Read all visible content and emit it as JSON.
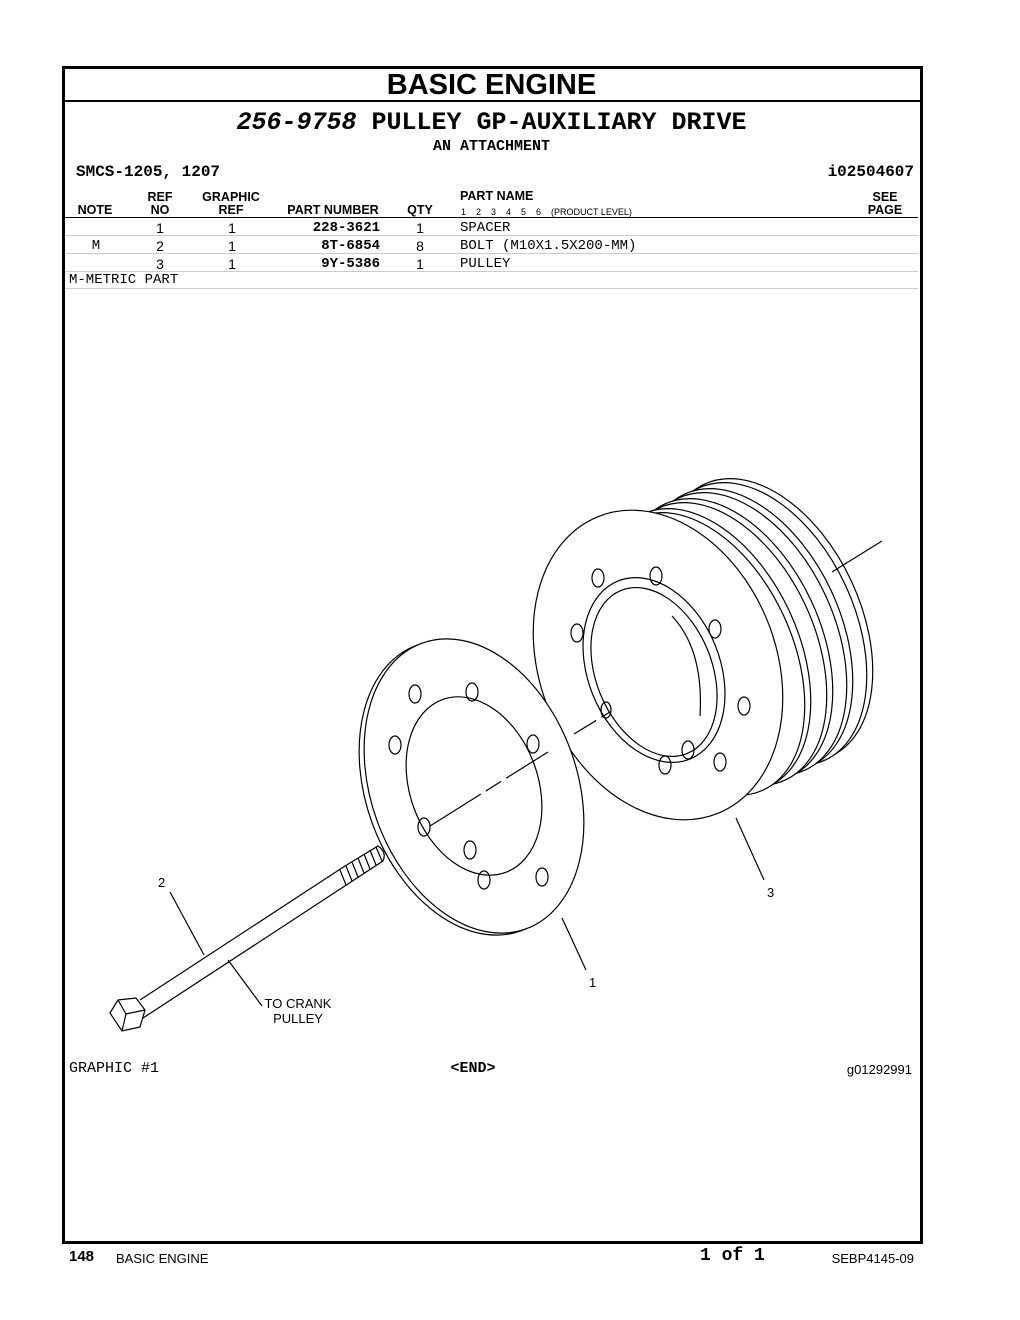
{
  "section_title": "BASIC ENGINE",
  "group": {
    "part_number": "256-9758",
    "name": "PULLEY GP-AUXILIARY DRIVE",
    "subtitle": "AN ATTACHMENT"
  },
  "smcs": "SMCS-1205, 1207",
  "illustration_id": "i02504607",
  "table": {
    "headers": {
      "note": "NOTE",
      "ref_top": "REF",
      "ref_bottom": "NO",
      "graphic_top": "GRAPHIC",
      "graphic_bottom": "REF",
      "part_number": "PART NUMBER",
      "qty": "QTY",
      "part_name": "PART NAME",
      "levels": "1    2    3    4    5    6    (PRODUCT LEVEL)",
      "see_top": "SEE",
      "see_bottom": "PAGE"
    },
    "rows": [
      {
        "note": "",
        "ref": "1",
        "graphic_ref": "1",
        "part_number": "228-3621",
        "qty": "1",
        "name": "SPACER"
      },
      {
        "note": "M",
        "ref": "2",
        "graphic_ref": "1",
        "part_number": "8T-6854",
        "qty": "8",
        "name": "BOLT (M10X1.5X200-MM)"
      },
      {
        "note": "",
        "ref": "3",
        "graphic_ref": "1",
        "part_number": "9Y-5386",
        "qty": "1",
        "name": "PULLEY"
      }
    ]
  },
  "note": "M-METRIC PART",
  "drawing": {
    "callout_1": "1",
    "callout_2": "2",
    "callout_3": "3",
    "label_line1": "TO CRANK",
    "label_line2": "PULLEY"
  },
  "graphic_label": "GRAPHIC #1",
  "end_label": "<END>",
  "graphic_id": "g01292991",
  "footer": {
    "page": "148",
    "section": "BASIC ENGINE",
    "count": "1 of 1",
    "doc": "SEBP4145-09"
  }
}
